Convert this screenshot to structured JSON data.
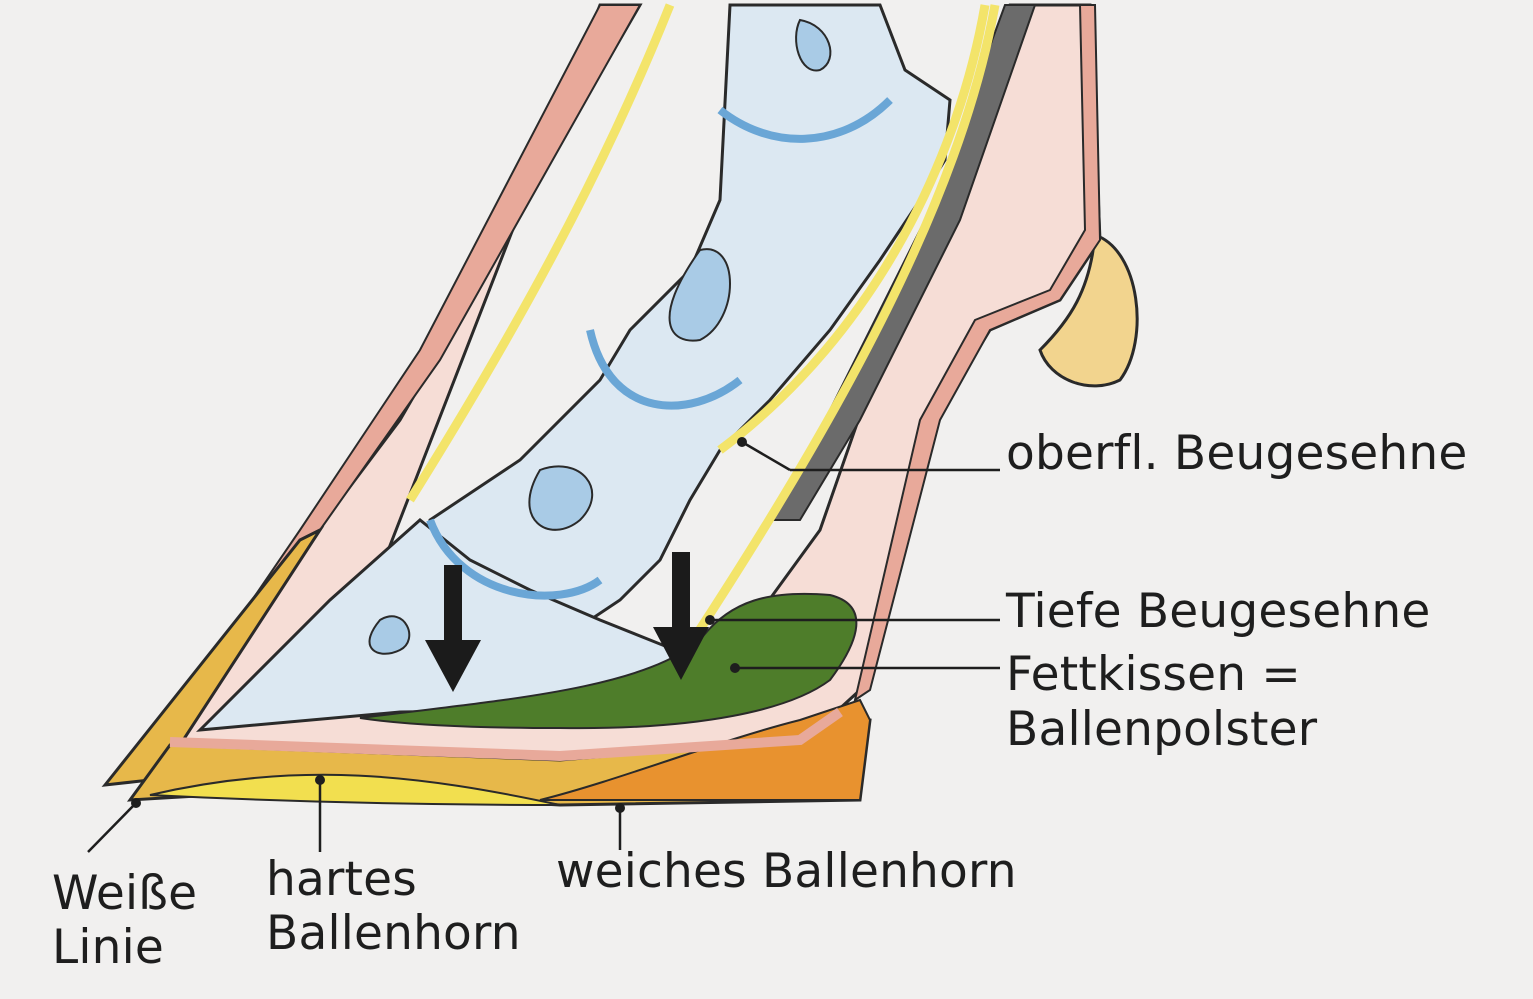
{
  "labels": {
    "superficial_flexor_tendon": "oberfl. Beugesehne",
    "deep_flexor_tendon": "Tiefe Beugesehne",
    "fat_pad_line1": "Fettkissen =",
    "fat_pad_line2": "Ballenpolster",
    "white_line_1": "Weiße",
    "white_line_2": "Linie",
    "hard_bulb_horn_1": "hartes",
    "hard_bulb_horn_2": "Ballenhorn",
    "soft_bulb_horn": "weiches Ballenhorn"
  },
  "colors": {
    "background": "#f1f0ef",
    "bone": "#dce8f2",
    "joint_outline": "#6aa6d6",
    "skin": "#e8a99a",
    "skin_light": "#f6ddd6",
    "tendon_yellow": "#f3e46a",
    "tendon_dark": "#6b6b6b",
    "fat_pad": "#4e7d2a",
    "hard_horn": "#e7b84a",
    "soft_horn": "#e8922f",
    "ergot": "#f2d48e",
    "arrow": "#1b1b1b"
  }
}
